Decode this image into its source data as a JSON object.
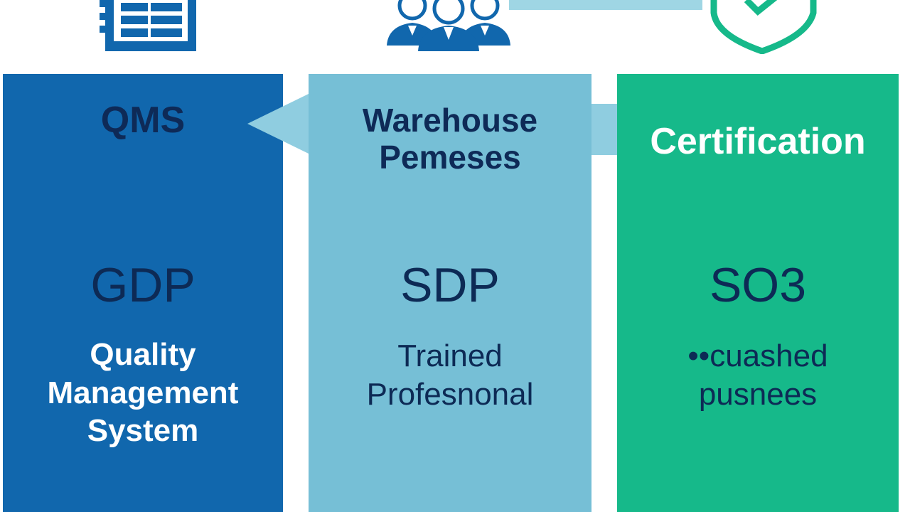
{
  "panels": [
    {
      "title": "QMS",
      "code": "GDP",
      "description": [
        "Quality",
        "Management",
        "System"
      ]
    },
    {
      "title": [
        "Warehouse",
        "Pemeses"
      ],
      "code": "SDP",
      "description": [
        "Trained",
        "Profesnonal"
      ]
    },
    {
      "title": "Certification",
      "code": "SO3",
      "description": [
        "••cuashed",
        "pusnees"
      ]
    }
  ],
  "icons": [
    "notebook-icon",
    "people-group-icon",
    "shield-check-icon"
  ],
  "colors": {
    "qms_panel": "#1167ad",
    "warehouse_panel": "#76bfd6",
    "certification_panel": "#16b98a",
    "dark_text": "#0e2a57",
    "connector": "#8fcde0"
  }
}
